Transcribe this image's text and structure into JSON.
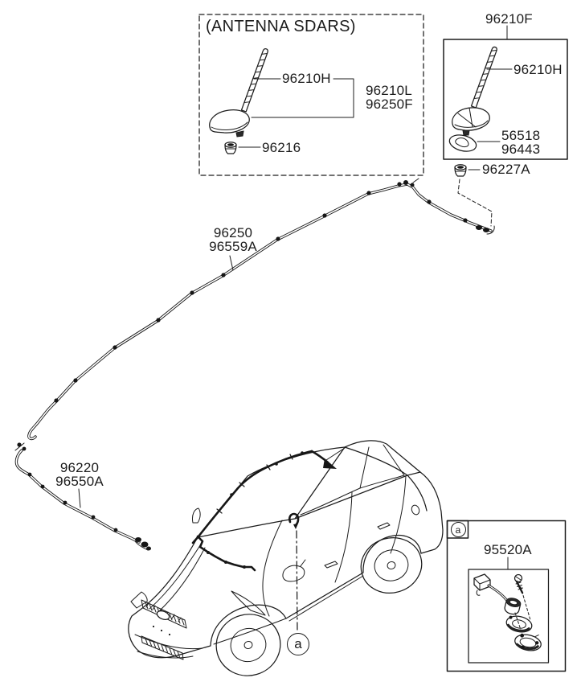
{
  "page": {
    "background": "#ffffff",
    "ink": "#1c1c1c"
  },
  "sdars_box": {
    "title": "(ANTENNA SDARS)",
    "mast_label": "96210H",
    "assembly_labels": [
      "96210L",
      "96250F"
    ],
    "grommet_label": "96216"
  },
  "roof_antenna": {
    "assembly_label": "96210F",
    "mast_label": "96210H",
    "pad_labels": [
      "56518",
      "96443"
    ],
    "grommet_label": "96227A"
  },
  "roof_feeder_cable": {
    "labels": [
      "96250",
      "96559A"
    ]
  },
  "front_feeder_cable": {
    "labels": [
      "96220",
      "96550A"
    ]
  },
  "detail_callout": {
    "marker": "a",
    "part_label": "95520A"
  },
  "car_callout": {
    "marker": "a"
  }
}
